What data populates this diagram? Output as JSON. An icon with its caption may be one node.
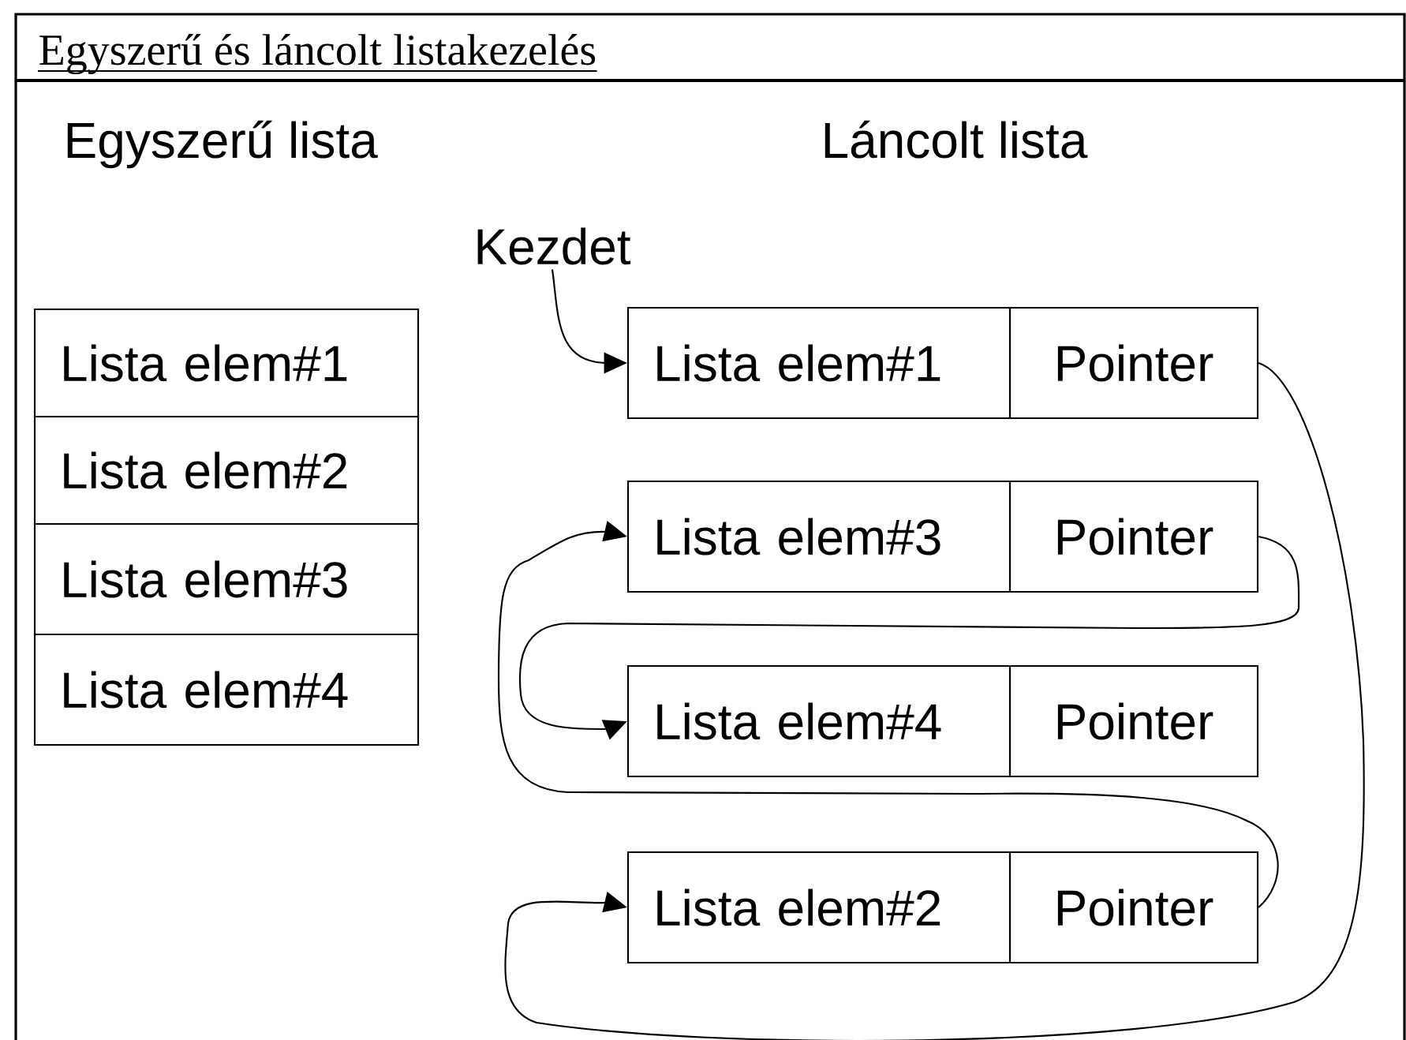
{
  "diagram": {
    "title": "Egyszerű és láncolt listakezelés",
    "nodes": [
      {
        "text": [
          "Lista elem#1"
        ]
      },
      {
        "text": [
          "Lista elem#2"
        ]
      },
      {
        "text": [
          "Lista elem#3"
        ]
      },
      {
        "text": [
          "Lista elem#4"
        ]
      },
      {
        "text": [
          "Kezdet"
        ]
      },
      {
        "text": [
          "Lista elem#1"
        ]
      },
      {
        "text": [
          "Pointer"
        ]
      },
      {
        "text": [
          "Lista elem#3"
        ]
      },
      {
        "text": [
          "Pointer"
        ]
      },
      {
        "text": [
          "Lista elem#4"
        ]
      },
      {
        "text": [
          "Pointer"
        ]
      },
      {
        "text": [
          "Lista elem#2"
        ]
      },
      {
        "text": [
          "Pointer"
        ]
      }
    ],
    "edges": [
      {
        "from": 4,
        "to": 5,
        "arrow": "to"
      },
      {
        "from": 6,
        "to": 11,
        "arrow": "to"
      },
      {
        "from": 8,
        "to": 9,
        "arrow": "to"
      },
      {
        "from": 12,
        "to": 7,
        "arrow": "to"
      }
    ],
    "labels": [
      "Egyszerű lista",
      "Láncolt lista"
    ]
  }
}
